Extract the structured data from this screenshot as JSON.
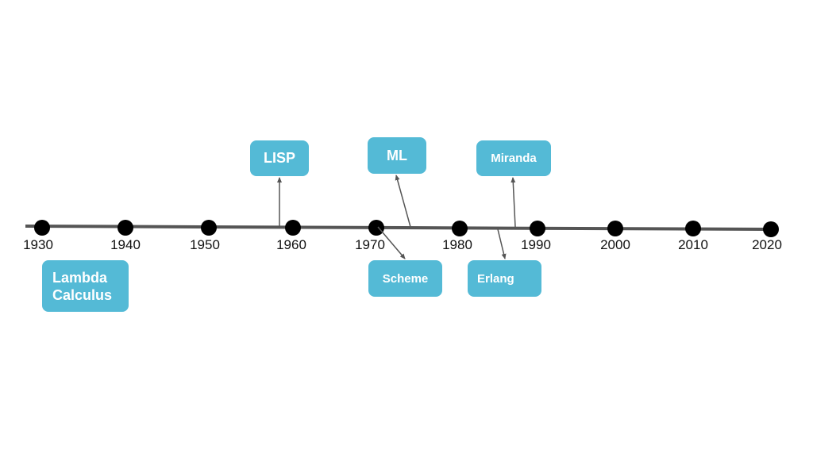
{
  "timeline": {
    "years": [
      "1930",
      "1940",
      "1950",
      "1960",
      "1970",
      "1980",
      "1990",
      "2000",
      "2010",
      "2020"
    ],
    "line_color": "#555555",
    "dot_color": "#000000"
  },
  "languages": {
    "lambda": "Lambda\nCalculus",
    "lisp": "LISP",
    "ml": "ML",
    "miranda": "Miranda",
    "scheme": "Scheme",
    "erlang": "Erlang"
  },
  "colors": {
    "box_fill": "#54bad6",
    "box_text": "#ffffff",
    "arrow": "#555555"
  }
}
